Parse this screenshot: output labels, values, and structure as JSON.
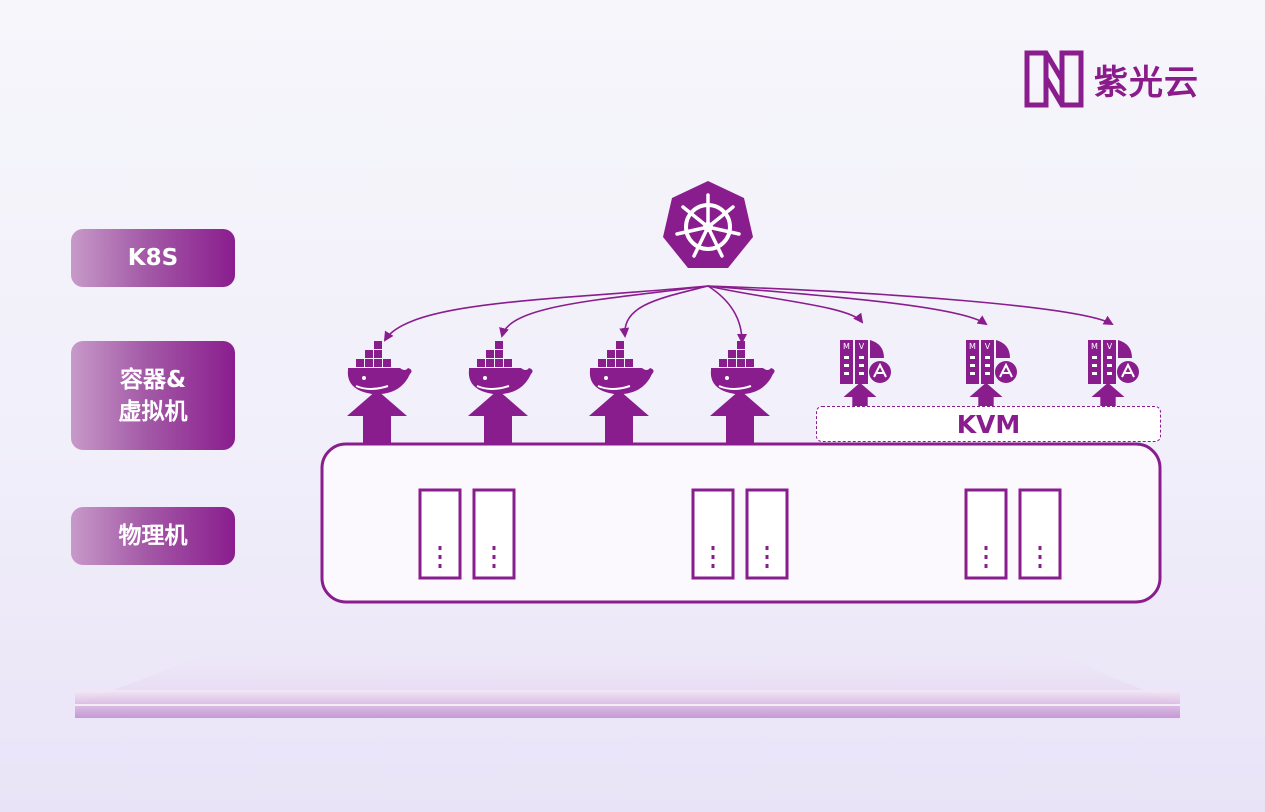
{
  "brand": {
    "name": "紫光云",
    "color": "#8a1d8e"
  },
  "layers": {
    "k8s": "K8S",
    "containers_vms": "容器&\n虚拟机",
    "physical": "物理机"
  },
  "kvm_label": "KVM",
  "icons": {
    "orchestrator": "kubernetes-icon",
    "container": "docker-whale-icon",
    "vm": "vm-server-icon",
    "server": "server-tower-icon",
    "deploy": "up-arrow-icon"
  }
}
